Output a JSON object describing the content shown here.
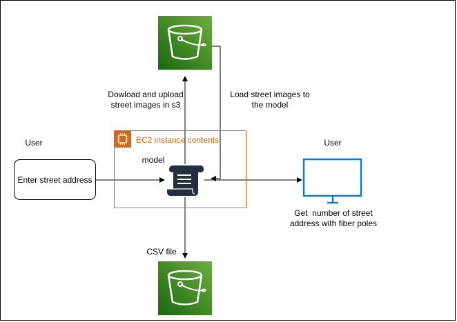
{
  "diagram": {
    "s3_top": {
      "icon": "s3-bucket-icon"
    },
    "s3_bottom": {
      "icon": "s3-bucket-icon"
    },
    "ec2": {
      "title": "EC2 instance contents",
      "icon": "ec2-chip-icon",
      "color": "#D86613"
    },
    "model": {
      "label": "model",
      "icon": "script-scroll-icon"
    },
    "user_left": {
      "label": "User",
      "box_text": "Enter street address"
    },
    "user_right": {
      "label": "User",
      "icon": "monitor-icon",
      "caption_line1": "Get  number of street",
      "caption_line2": "address with fiber poles"
    },
    "edges": {
      "upload_line1": "Dowload and upload",
      "upload_line2": "street images in s3",
      "load_line1": "Load street images to",
      "load_line2": "the model",
      "csv": "CSV file"
    },
    "colors": {
      "s3_green_dark": "#1B660F",
      "s3_green_light": "#6CAE3E",
      "monitor_blue": "#0C7BDC"
    }
  }
}
